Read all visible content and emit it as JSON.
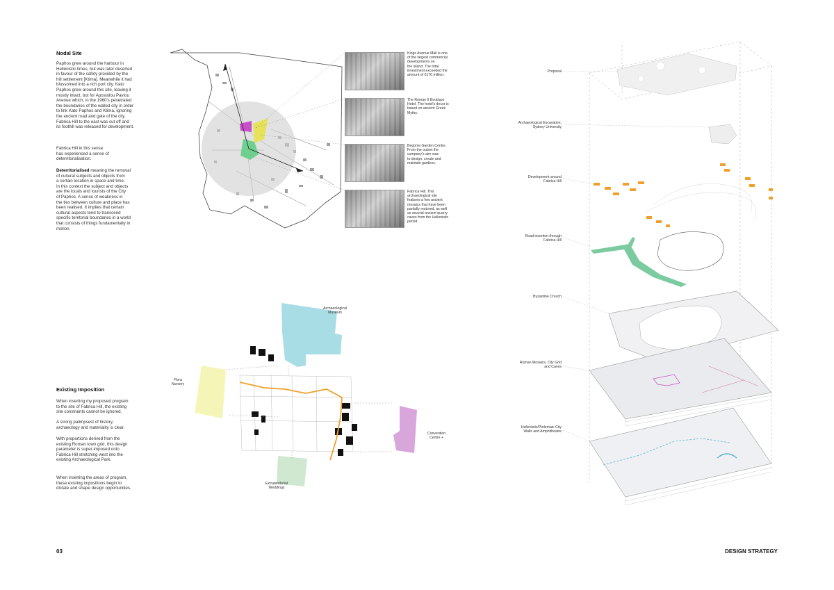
{
  "nodal_site": {
    "title": "Nodal Site",
    "para1": "Paphos grew around the harbour in\nHellenistic times, but was later deserted\nin favour of the safety provided by the\nhill settlement [Ktima]. Meanwhile it had\nblossomed into a rich port city. Kato\nPaphos grew around this site, leaving it\nmostly intact, but for Apostolou Pavlou\nAvenue which, in the 1960's penetrated\nthe boundaries of the walled city in order\nto link Kato Paphos and Ktima, ignoring\nthe ancient road and gate of the city.\nFabrica Hill to the east was cut off and\nits foothill was released for development.",
    "para2": "Fabrica Hill in this sense\nhas experienced a sense of\ndeterritorialisation.",
    "para3_bold": "Deterritorialised",
    "para3_rest": " meaning the removal\nof cultural subjects and objects from\na certain location in space and time.\nIn this context the subject and objects\nare the locals and tourists of the City\nof Paphos. A sense of weakness in\nthe ties between culture and place has\nbeen realised. It implies that certain\ncultural aspects tend to transcend\nspecific territorial boundaries in a world\nthat consists of things fundamentally in\nmotion."
  },
  "photos": [
    {
      "caption": "Kings Avenue Mall is one\nof the largest commercial\ndevelopments on\nthe island. The total\ninvestment exceeded the\namount of €170 million."
    },
    {
      "caption": "The Roman II Boutique\nHotel. The hotel's decor is\nbased on ancient Greek\nMyths."
    },
    {
      "caption": "Begonia Garden Centre.\nFrom the outset the\ncompany's aim was\nto design, create and\nmaintain gardens."
    },
    {
      "caption": "Fabrica Hill. This\narchaeological site\nfeatures a few ancient\nmosaics that have been\npartially restored, as well\nas several ancient quarry\ncaves from the Hellenistic\nperiod."
    }
  ],
  "existing_imposition": {
    "title": "Existing Imposition",
    "para1": "When inserting my proposed program\nto the site of Fabrica Hill, the existing\nsite constraints cannot be ignored.",
    "para2": "A strong palimpsest of history,\narchaeology and materiality is clear.",
    "para3": "With proportions derived from the\nexisting Roman town grid, this design\nparameter is super-imposed onto\nFabrica Hill stretching west into the\nexisting Archaeological Park.",
    "para4": "When inserting the areas of program,\nthese existing impositions begin to\ndictate and shape design opportunities."
  },
  "program_labels": {
    "museum": "Archaeological\nMuseum",
    "flora": "Flora\nNursery",
    "convention": "Convention\nCentre +",
    "weddings": "Extraterritorial\nWeddings"
  },
  "layers": [
    {
      "label": "Proposal"
    },
    {
      "label": "Archaeological Excavation,\nSydney University"
    },
    {
      "label": "Development around\nFabrica Hill"
    },
    {
      "label": "Road insertion through\nFabrica Hill"
    },
    {
      "label": "Byzantine Church"
    },
    {
      "label": "Roman Mosaics, City Grid\nand Caves"
    },
    {
      "label": "Hellenistic/Ptolemaic City\nWalls and Amphitheatre"
    }
  ],
  "footer": {
    "page_number": "03",
    "section_title": "DESIGN STRATEGY"
  },
  "colors": {
    "magenta": "#c84fc8",
    "yellow": "#e6e35a",
    "green": "#6fcf8f",
    "cyan": "#a8dde6",
    "pale_yellow": "#f6f5b8",
    "pale_green": "#cfe8cf",
    "lilac": "#d9a6dc",
    "orange": "#f0a02a",
    "road_green": "#7ccba0",
    "blue_line": "#5ab4d6"
  }
}
